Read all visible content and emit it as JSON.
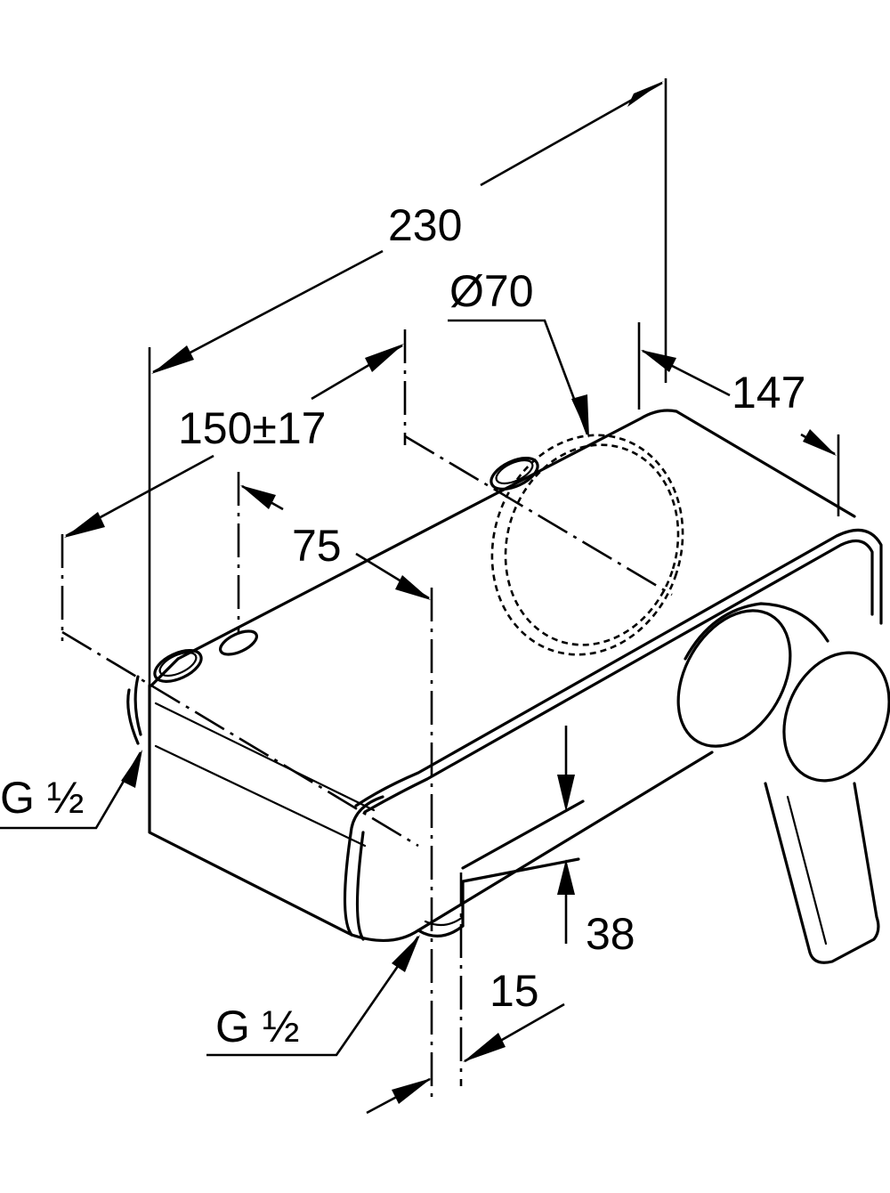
{
  "dimensions": {
    "overall_width": "230",
    "handle_diameter": "Ø70",
    "depth": "147",
    "connection_spacing": "150±17",
    "center_offset": "75",
    "height": "38",
    "projection": "15"
  },
  "connections": {
    "inlet_left": "G ½",
    "inlet_bottom": "G ½"
  }
}
